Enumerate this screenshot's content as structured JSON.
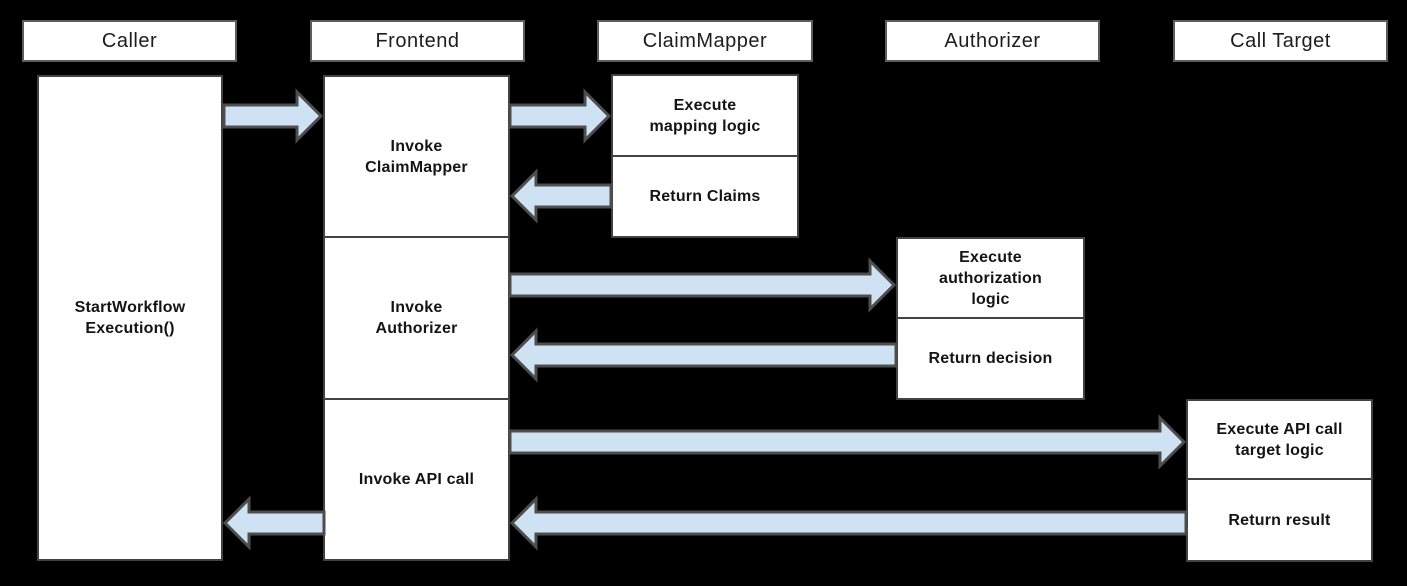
{
  "colors": {
    "background": "#000000",
    "box_fill": "#ffffff",
    "box_border": "#424242",
    "header_border": "#5d5d5d",
    "arrow_fill": "#cfe2f3",
    "arrow_stroke": "#4d4d4d",
    "text": "#141414"
  },
  "lanes": [
    {
      "id": "caller",
      "header": "Caller"
    },
    {
      "id": "frontend",
      "header": "Frontend"
    },
    {
      "id": "claimmapper",
      "header": "ClaimMapper"
    },
    {
      "id": "authorizer",
      "header": "Authorizer"
    },
    {
      "id": "calltarget",
      "header": "Call Target"
    }
  ],
  "caller": {
    "activity": {
      "lines": [
        "StartWorkflow",
        "Execution()"
      ]
    }
  },
  "frontend": {
    "steps": [
      {
        "lines": [
          "Invoke",
          "ClaimMapper"
        ]
      },
      {
        "lines": [
          "Invoke",
          "Authorizer"
        ]
      },
      {
        "lines": [
          "Invoke API call"
        ]
      }
    ]
  },
  "claim_mapper": {
    "steps": [
      {
        "lines": [
          "Execute",
          "mapping logic"
        ]
      },
      {
        "lines": [
          "Return Claims"
        ]
      }
    ]
  },
  "authorizer": {
    "steps": [
      {
        "lines": [
          "Execute",
          "authorization",
          "logic"
        ]
      },
      {
        "lines": [
          "Return decision"
        ]
      }
    ]
  },
  "call_target": {
    "steps": [
      {
        "lines": [
          "Execute API call",
          "target logic"
        ]
      },
      {
        "lines": [
          "Return result"
        ]
      }
    ]
  },
  "arrows": [
    {
      "name": "arrow-caller-to-frontend",
      "direction": "right"
    },
    {
      "name": "arrow-frontend-to-claimmapper",
      "direction": "right"
    },
    {
      "name": "arrow-claimmapper-return-claims",
      "direction": "left"
    },
    {
      "name": "arrow-frontend-to-authorizer",
      "direction": "right"
    },
    {
      "name": "arrow-authorizer-return-decision",
      "direction": "left"
    },
    {
      "name": "arrow-frontend-to-calltarget",
      "direction": "right"
    },
    {
      "name": "arrow-calltarget-return-result",
      "direction": "left"
    },
    {
      "name": "arrow-frontend-return-to-caller",
      "direction": "left"
    }
  ]
}
